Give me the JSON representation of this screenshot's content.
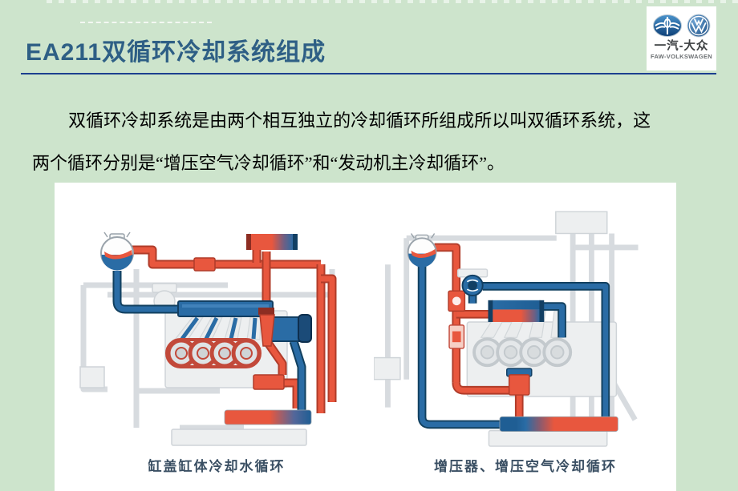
{
  "header": {
    "title": "EA211双循环冷却系统组成",
    "logo": {
      "brand": "一汽-大众",
      "subtitle": "FAW-VOLKSWAGEN"
    }
  },
  "body": {
    "lines": [
      "双循环冷却系统是由两个相互独立的冷却循环所组成所以叫双循环系统，这",
      "两个循环分别是“增压空气冷却循环”和“发动机主冷却循环”。"
    ]
  },
  "figure": {
    "left_caption": "缸盖缸体冷却水循环",
    "right_caption": "增压器、增压空气冷却循环"
  },
  "colors": {
    "background": "#cde4cc",
    "title_text": "#2e5f85",
    "rule": "#1c3f8f",
    "pipe_hot": "#e8573e",
    "pipe_cold": "#2a6ca5",
    "ghost": "#d7dbdf",
    "caption_text": "#3a4f63"
  }
}
